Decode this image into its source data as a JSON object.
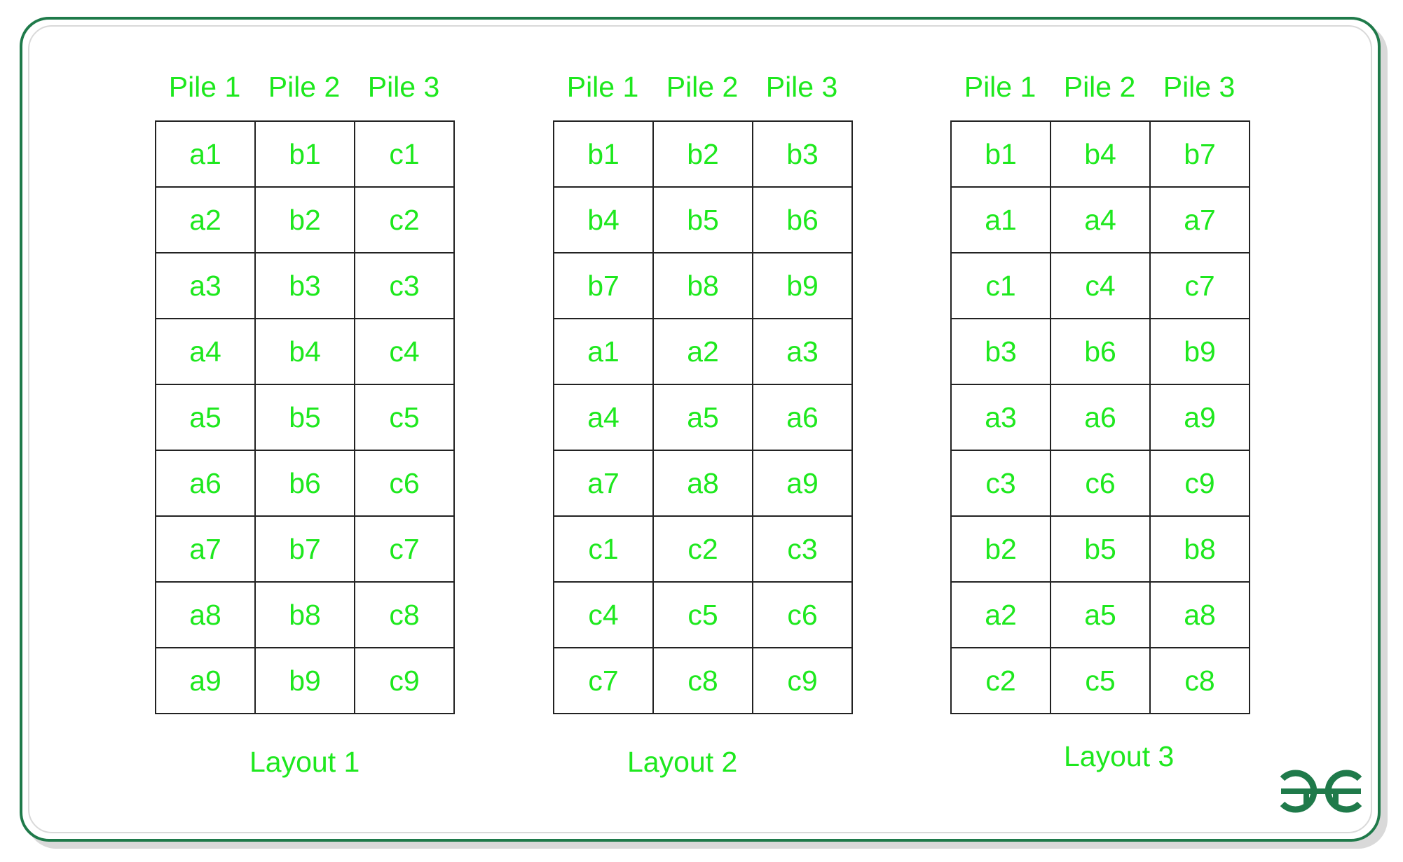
{
  "layouts": [
    {
      "piles": [
        "Pile 1",
        "Pile 2",
        "Pile 3"
      ],
      "rows": [
        [
          "a1",
          "b1",
          "c1"
        ],
        [
          "a2",
          "b2",
          "c2"
        ],
        [
          "a3",
          "b3",
          "c3"
        ],
        [
          "a4",
          "b4",
          "c4"
        ],
        [
          "a5",
          "b5",
          "c5"
        ],
        [
          "a6",
          "b6",
          "c6"
        ],
        [
          "a7",
          "b7",
          "c7"
        ],
        [
          "a8",
          "b8",
          "c8"
        ],
        [
          "a9",
          "b9",
          "c9"
        ]
      ],
      "caption": "Layout 1"
    },
    {
      "piles": [
        "Pile 1",
        "Pile 2",
        "Pile 3"
      ],
      "rows": [
        [
          "b1",
          "b2",
          "b3"
        ],
        [
          "b4",
          "b5",
          "b6"
        ],
        [
          "b7",
          "b8",
          "b9"
        ],
        [
          "a1",
          "a2",
          "a3"
        ],
        [
          "a4",
          "a5",
          "a6"
        ],
        [
          "a7",
          "a8",
          "a9"
        ],
        [
          "c1",
          "c2",
          "c3"
        ],
        [
          "c4",
          "c5",
          "c6"
        ],
        [
          "c7",
          "c8",
          "c9"
        ]
      ],
      "caption": "Layout 2"
    },
    {
      "piles": [
        "Pile 1",
        "Pile 2",
        "Pile 3"
      ],
      "rows": [
        [
          "b1",
          "b4",
          "b7"
        ],
        [
          "a1",
          "a4",
          "a7"
        ],
        [
          "c1",
          "c4",
          "c7"
        ],
        [
          "b3",
          "b6",
          "b9"
        ],
        [
          "a3",
          "a6",
          "a9"
        ],
        [
          "c3",
          "c6",
          "c9"
        ],
        [
          "b2",
          "b5",
          "b8"
        ],
        [
          "a2",
          "a5",
          "a8"
        ],
        [
          "c2",
          "c5",
          "c8"
        ]
      ],
      "caption": "Layout 3"
    }
  ],
  "colors": {
    "text": "#1ee81e",
    "grid_lines": "#222222",
    "frame": "#1f7a4a",
    "logo": "#1f7a4a"
  },
  "logo": {
    "icon": "geeksforgeeks-logo-icon",
    "text": "GG"
  }
}
